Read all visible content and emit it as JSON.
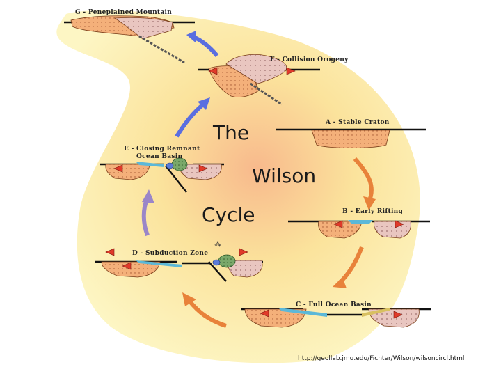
{
  "title": {
    "line1": "The",
    "line2": "Wilson",
    "line3": "Cycle"
  },
  "stages": {
    "A": "A - Stable Craton",
    "B": "B - Early Rifting",
    "C": "C - Full Ocean Basin",
    "D": "D - Subduction Zone",
    "E1": "E - Closing Remnant",
    "E2": "Ocean Basin",
    "F": "F - Collision Orogeny",
    "G": "G - Peneplained Mountain"
  },
  "source_url": "http://geollab.jmu.edu/Fichter/Wilson/wilsoncircl.html",
  "colors": {
    "background_glow": "#fdf3a8",
    "background_center": "#f9c48a",
    "crust_orange": "#f4b07a",
    "crust_pink": "#e9c6c0",
    "ocean_blue": "#5cb8d8",
    "arc_green": "#7aa86a",
    "arrow_red": "#e03a2a",
    "cycle_arrow_orange": "#e8823a",
    "cycle_arrow_purple": "#9a86c8",
    "cycle_arrow_blue": "#5a6ee0"
  }
}
